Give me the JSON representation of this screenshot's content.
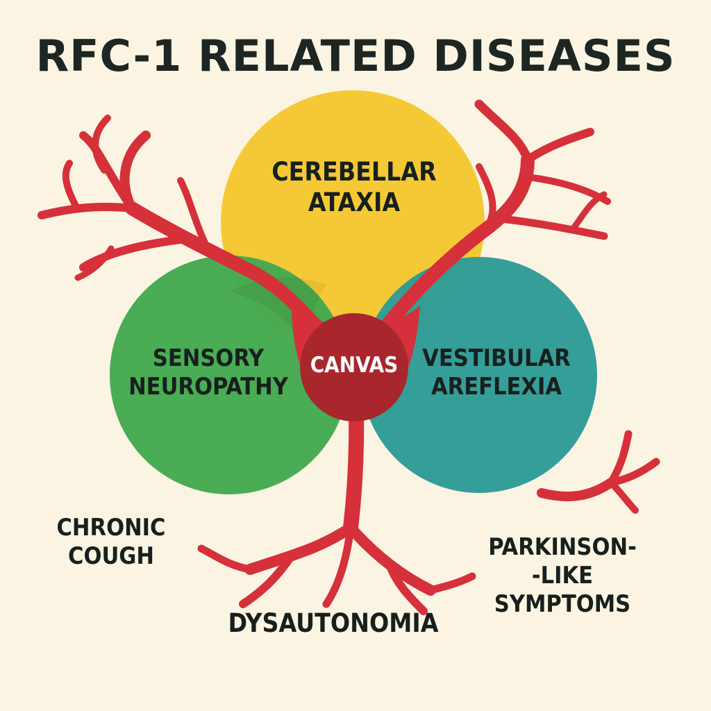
{
  "title": "RFC-1 RELATED DISEASES",
  "center_label": "CANVAS",
  "circles": {
    "cerebellar": {
      "lines": [
        "CEREBELLAR",
        "ATAXIA"
      ],
      "color": "#f5c936"
    },
    "sensory": {
      "lines": [
        "SENSORY",
        "NEUROPATHY"
      ],
      "color": "#44a94f"
    },
    "vestibular": {
      "lines": [
        "VESTIBULAR",
        "AREFLEXIA"
      ],
      "color": "#2e9b97"
    }
  },
  "outer_labels": {
    "cough": [
      "CHRONIC",
      "COUGH"
    ],
    "dysautonomia": [
      "DYSAUTONOMIA"
    ],
    "parkinson": [
      "PARKINSON-",
      "-LIKE",
      "SYMPTOMS"
    ]
  },
  "colors": {
    "background": "#fbf4e2",
    "neuron": "#d6303a",
    "center": "#a8262c",
    "text": "#1d2623"
  }
}
